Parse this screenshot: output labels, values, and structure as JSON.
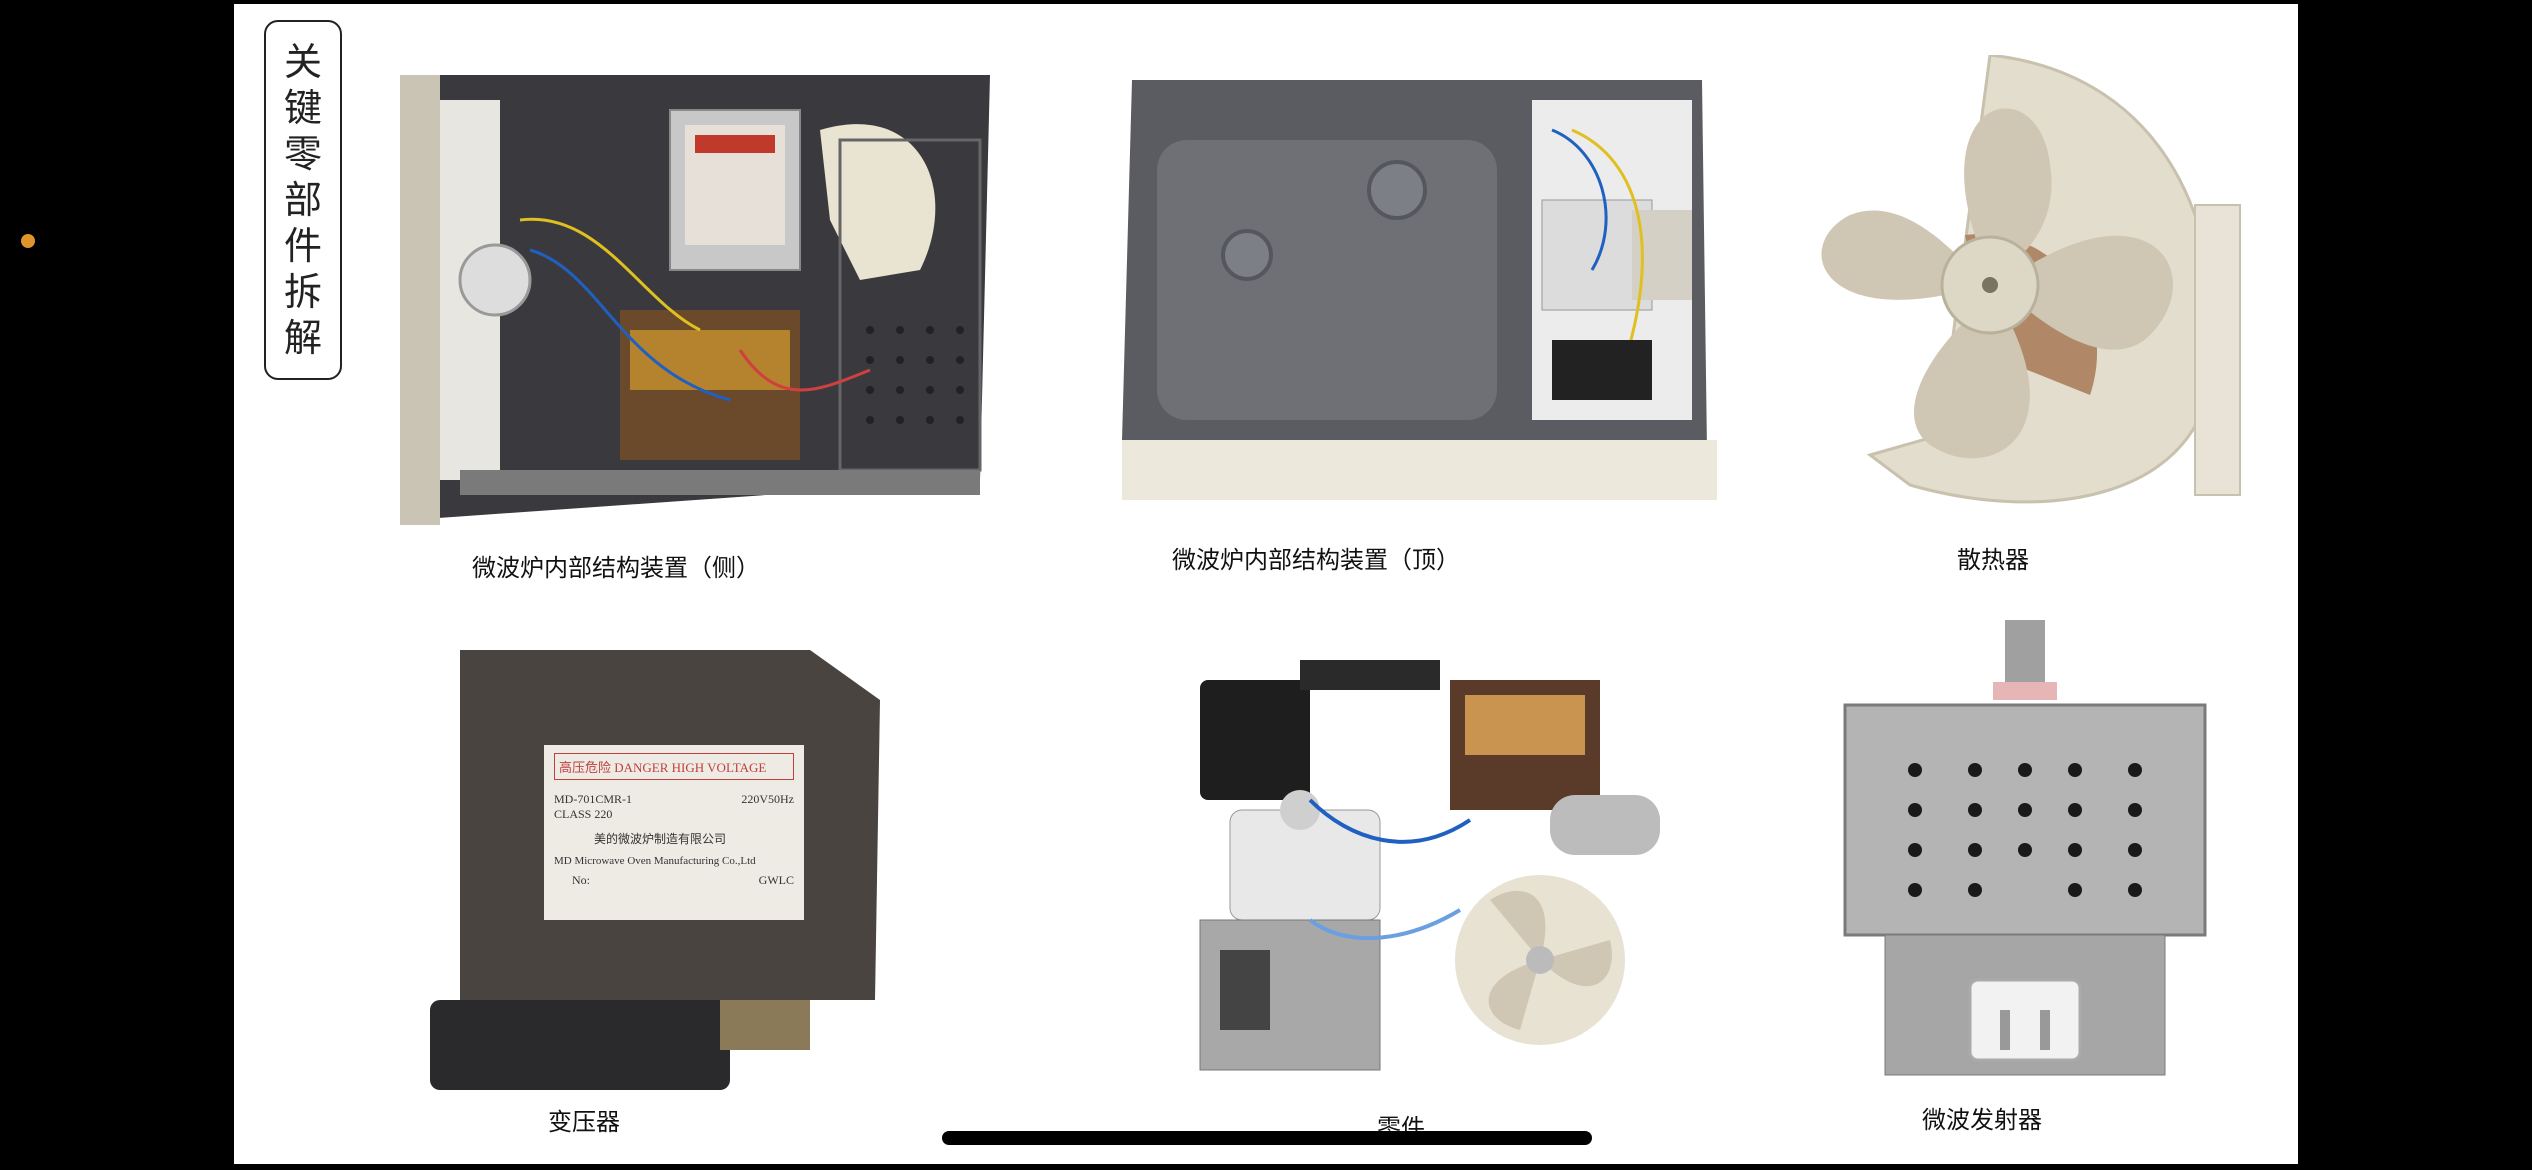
{
  "slide": {
    "title_chars": [
      "关",
      "键",
      "零",
      "部",
      "件",
      "拆",
      "解"
    ],
    "items": [
      {
        "caption": "微波炉内部结构装置（侧）"
      },
      {
        "caption": "微波炉内部结构装置（顶）"
      },
      {
        "caption": "散热器"
      },
      {
        "caption": "变压器"
      },
      {
        "caption": "零件"
      },
      {
        "caption": "微波发射器"
      }
    ],
    "transformer_label": {
      "warning": "高压危险 DANGER HIGH VOLTAGE",
      "model": "MD-701CMR-1",
      "rating": "220V50Hz",
      "class": "CLASS 220",
      "cn_maker": "美的微波炉制造有限公司",
      "en_maker": "MD Microwave Oven Manufacturing Co.,Ltd",
      "no": "No:",
      "code": "GWLC"
    }
  },
  "colors": {
    "background": "#000000",
    "slide": "#ffffff",
    "accent_dot": "#e0952b"
  }
}
